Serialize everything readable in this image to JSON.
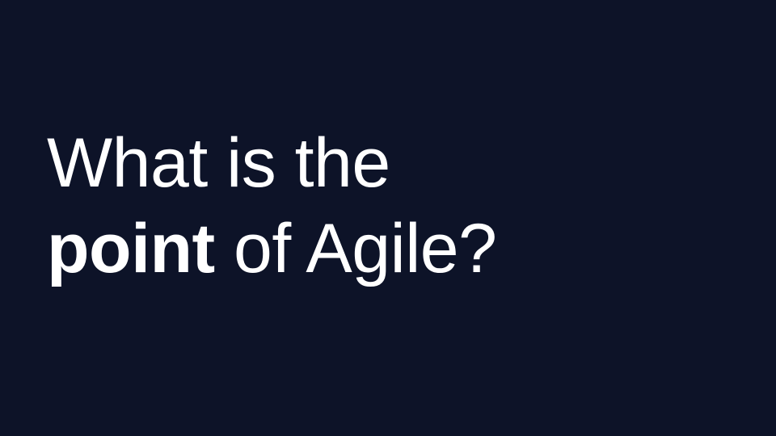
{
  "slide": {
    "background_color": "#0d1328",
    "text_color": "#ffffff",
    "headline": {
      "line1": "What is the",
      "line2_bold": "point",
      "line2_rest": " of Agile?"
    }
  }
}
